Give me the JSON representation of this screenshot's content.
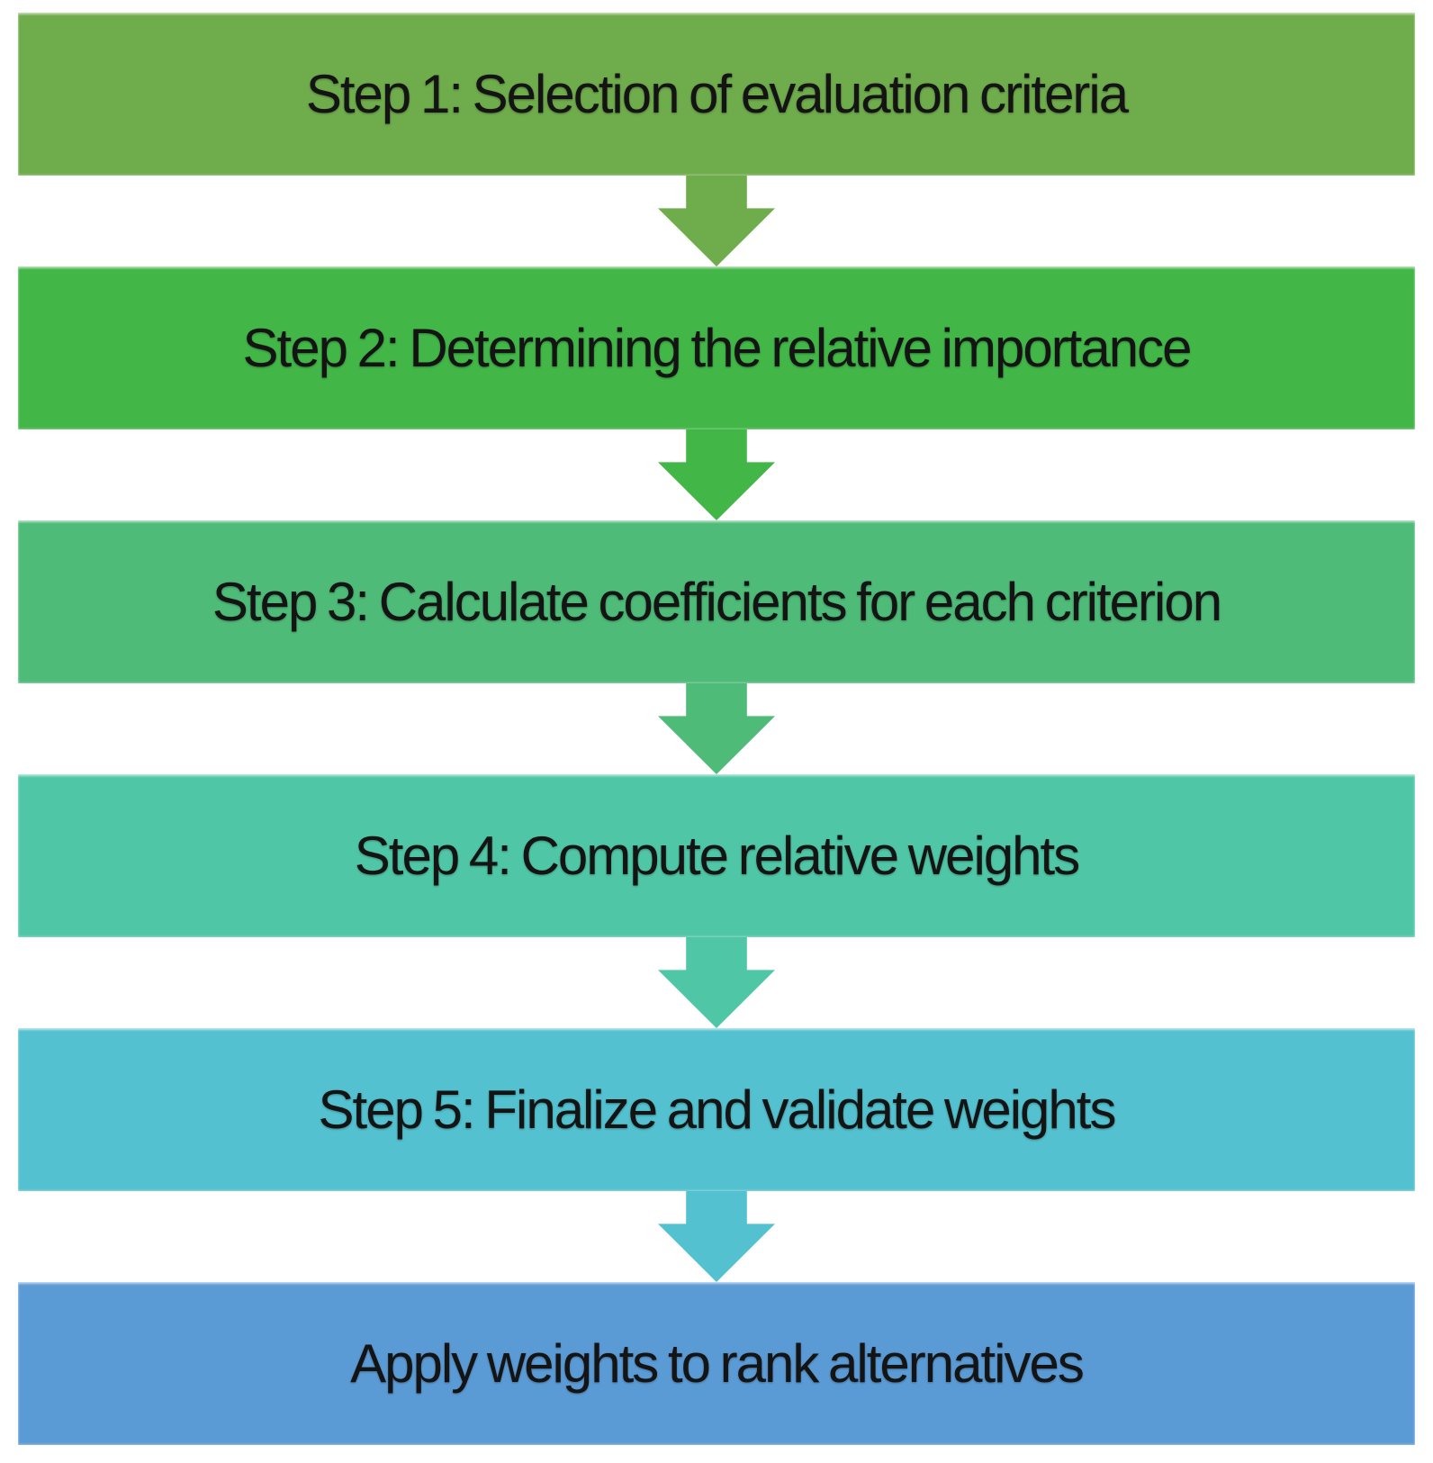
{
  "diagram": {
    "type": "flowchart",
    "orientation": "vertical",
    "text_color": "#141414",
    "background_color": "#ffffff",
    "steps": [
      {
        "label": "Step 1: Selection of evaluation criteria",
        "color": "#6FAC4C"
      },
      {
        "label": "Step 2: Determining the relative importance",
        "color": "#42B748"
      },
      {
        "label": "Step 3: Calculate coefficients for each criterion",
        "color": "#4EBB78"
      },
      {
        "label": "Step 4: Compute relative weights",
        "color": "#4FC7A6"
      },
      {
        "label": "Step 5: Finalize and validate weights",
        "color": "#53C1CF"
      },
      {
        "label": "Apply weights to rank alternatives",
        "color": "#5B9BD5"
      }
    ],
    "connector": "down-block-arrow"
  }
}
